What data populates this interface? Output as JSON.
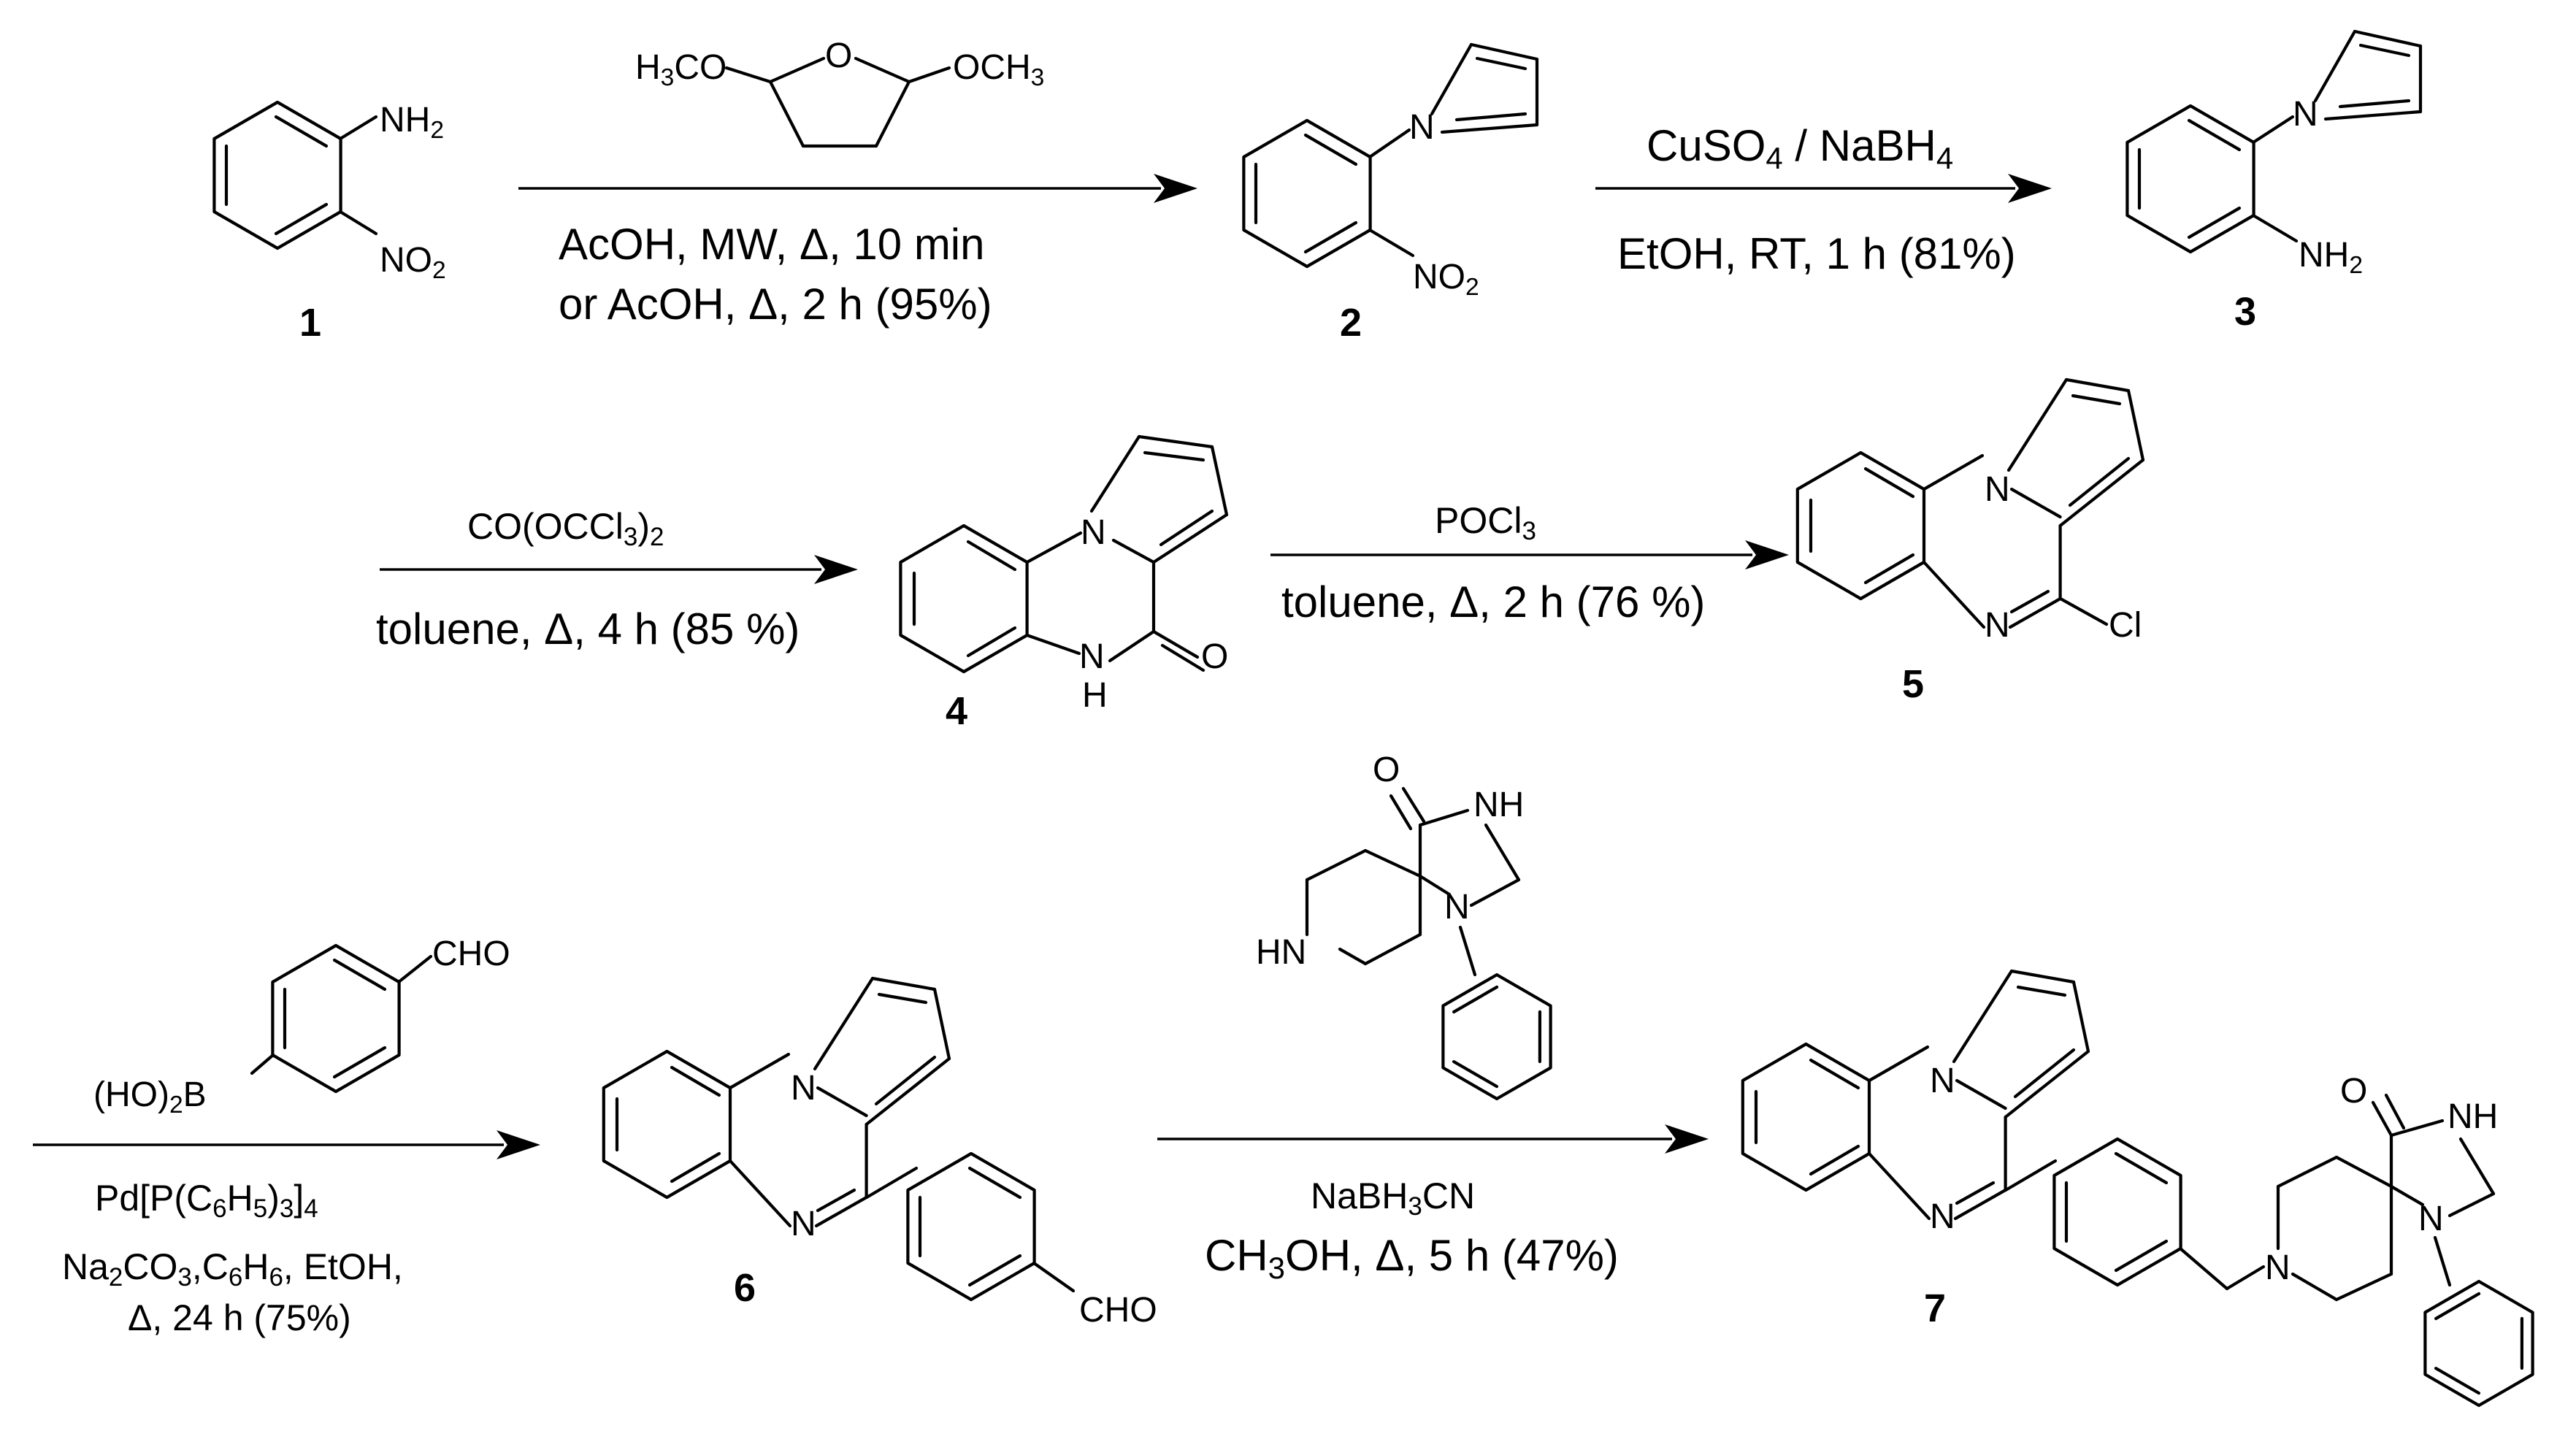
{
  "compounds": {
    "c1": {
      "number": "1",
      "nh2": "NH2",
      "no2": "NO2"
    },
    "c2": {
      "number": "2",
      "no2": "NO2"
    },
    "c3": {
      "number": "3",
      "nh2": "NH2"
    },
    "c4": {
      "number": "4",
      "h": "H"
    },
    "c5": {
      "number": "5",
      "n": "N",
      "cl": "Cl"
    },
    "c6": {
      "number": "6",
      "n": "N",
      "cho": "CHO"
    },
    "c7": {
      "number": "7",
      "n": "N",
      "nh": "NH"
    }
  },
  "reagents": {
    "dmthf": {
      "left": "H3CO",
      "o": "O",
      "right": "OCH3"
    },
    "boronic": {
      "b": "(HO)2B",
      "cho": "CHO"
    },
    "spiro": {
      "hn": "HN",
      "nh": "NH"
    }
  },
  "steps": [
    {
      "id": "step-1-2",
      "lines": [
        "AcOH, MW, Δ, 10 min",
        "or AcOH, Δ, 2 h (95%)"
      ]
    },
    {
      "id": "step-2-3",
      "above": "CuSO4 / NaBH4",
      "below": "EtOH, RT, 1 h (81%)"
    },
    {
      "id": "step-3-4",
      "above": "CO(OCCl3)2",
      "below": "toluene, Δ, 4 h (85 %)"
    },
    {
      "id": "step-4-5",
      "above": "POCl3",
      "below": "toluene, Δ, 2 h (76 %)"
    },
    {
      "id": "step-5-6",
      "lines": [
        "Pd[P(C6H5)3]4",
        "Na2CO3,C6H6, EtOH,",
        "Δ, 24 h (75%)"
      ]
    },
    {
      "id": "step-6-7",
      "lines": [
        "NaBH3CN",
        "CH3OH, Δ, 5 h (47%)"
      ]
    }
  ]
}
